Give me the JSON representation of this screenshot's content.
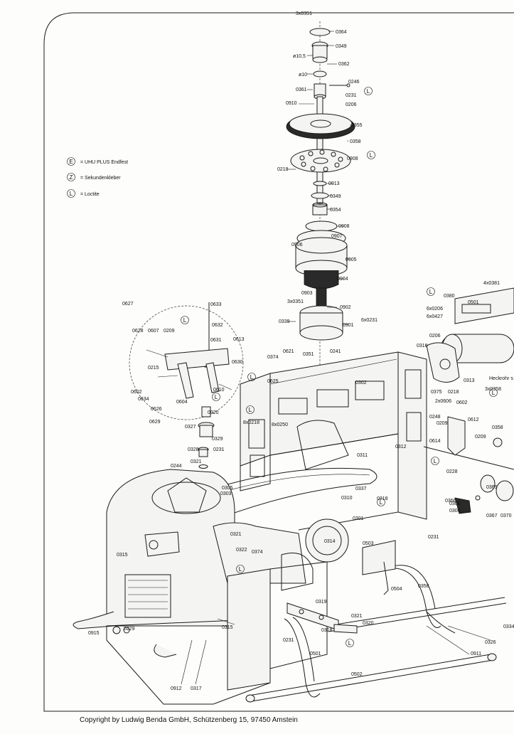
{
  "legend": [
    {
      "symbol": "E",
      "text": "= UHU PLUS Endfest"
    },
    {
      "symbol": "Z",
      "text": "= Sekundenkleber"
    },
    {
      "symbol": "L",
      "text": "= Loctite"
    }
  ],
  "parts": [
    "3x0351",
    "0364",
    "0349",
    "ø10,5",
    "0362",
    "ø10",
    "0246",
    "0361",
    "0231",
    "0206",
    "0910",
    "0355",
    "0358",
    "0908",
    "0218",
    "0913",
    "0349",
    "0354",
    "0908",
    "0907",
    "0906",
    "0905",
    "0904",
    "0903",
    "3x0351",
    "0902",
    "0901",
    "0339",
    "6x0231",
    "6x0206",
    "6x0427",
    "0206",
    "0316",
    "0380",
    "0501",
    "4x0381",
    "0621",
    "0351",
    "0241",
    "0374",
    "0625",
    "0302",
    "0313",
    "Heckrohr s",
    "3x0358",
    "0375",
    "0218",
    "2x0606",
    "0602",
    "0248",
    "0209",
    "0612",
    "0614",
    "0358",
    "0209",
    "0627",
    "0633",
    "0632",
    "0628",
    "0607",
    "0209",
    "0631",
    "0613",
    "0630",
    "0215",
    "0610",
    "0602",
    "0634",
    "0626",
    "0604",
    "0629",
    "0320",
    "0327",
    "0329",
    "0328",
    "0231",
    "0321",
    "8x0218",
    "8x0250",
    "0311",
    "0312",
    "0244",
    "0305",
    "0303",
    "0337",
    "0218",
    "0310",
    "0301",
    "0228",
    "0366",
    "0369",
    "0367",
    "0370",
    "0306",
    "0304",
    "0231",
    "0321",
    "0322",
    "0374",
    "0314",
    "0503",
    "0315",
    "0358",
    "0504",
    "0319",
    "0321",
    "0320",
    "0915",
    "0229",
    "0318",
    "0315",
    "0231",
    "0501",
    "0326",
    "0911",
    "0502",
    "0912",
    "0317",
    "0334"
  ],
  "copyright": "Copyright by Ludwig Benda GmbH, Schützenberg 15, 97450 Amstein"
}
